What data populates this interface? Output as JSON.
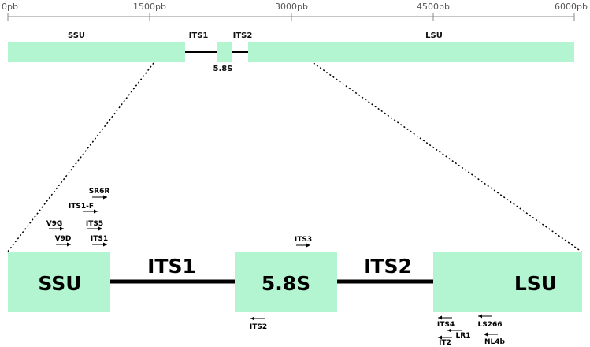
{
  "colors": {
    "region_fill": "#b3f5d0",
    "line": "#000000",
    "scale_line": "#888888"
  },
  "scale": {
    "ticks": [
      "0pb",
      "1500pb",
      "3000pb",
      "4500pb",
      "6000pb"
    ]
  },
  "overview": {
    "ssu": "SSU",
    "its1": "ITS1",
    "its2": "ITS2",
    "five_eight_s": "5.8S",
    "lsu": "LSU"
  },
  "detail": {
    "ssu": "SSU",
    "its1": "ITS1",
    "five_eight_s": "5.8S",
    "its2": "ITS2",
    "lsu": "LSU"
  },
  "primers": [
    {
      "name": "SR6R",
      "direction": "forward"
    },
    {
      "name": "ITS1-F",
      "direction": "forward"
    },
    {
      "name": "V9G",
      "direction": "forward"
    },
    {
      "name": "ITS5",
      "direction": "forward"
    },
    {
      "name": "V9D",
      "direction": "forward"
    },
    {
      "name": "ITS1",
      "direction": "forward"
    },
    {
      "name": "ITS3",
      "direction": "forward"
    },
    {
      "name": "ITS2",
      "direction": "reverse"
    },
    {
      "name": "ITS4",
      "direction": "reverse"
    },
    {
      "name": "LS266",
      "direction": "reverse"
    },
    {
      "name": "LR1",
      "direction": "reverse"
    },
    {
      "name": "IT2",
      "direction": "reverse"
    },
    {
      "name": "NL4b",
      "direction": "reverse"
    }
  ]
}
